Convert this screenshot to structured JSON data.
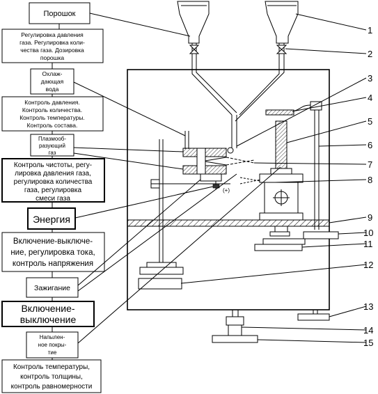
{
  "left_blocks": {
    "powder": {
      "title": "Порошок",
      "desc": [
        "Регулировка давления",
        "газа. Регулировка коли-",
        "чества газа. Дозировка",
        "порошка"
      ]
    },
    "water": {
      "title": [
        "Охлаж-",
        "дающая",
        "вода"
      ],
      "desc": [
        "Контроль давления.",
        "Контроль количества.",
        "Контроль температуры.",
        "Контроль состава."
      ]
    },
    "plasma_gas": {
      "title": [
        "Плазмооб-",
        "разующий",
        "газ"
      ],
      "desc": [
        "Контроль чистоты, регу-",
        "лировка давления газа,",
        "регулировка количества",
        "газа, регулировка",
        "смеси газа"
      ]
    },
    "energy": {
      "title": "Энергия",
      "desc": [
        "Включение-выключе-",
        "ние, регулировка тока,",
        "контроль напряжения"
      ]
    },
    "ignition": {
      "title": "Зажигание",
      "desc": [
        "Включение-",
        "выключение"
      ]
    },
    "coating": {
      "title": [
        "Напылен-",
        "ное покры-",
        "тие"
      ],
      "desc": [
        "Контроль температуры,",
        "контроль толщины,",
        "контроль равномерности"
      ]
    }
  },
  "callouts": [
    "1",
    "2",
    "3",
    "4",
    "5",
    "6",
    "7",
    "8",
    "9",
    "10",
    "11",
    "12",
    "13",
    "14",
    "15"
  ],
  "torch_polarity": "(+)"
}
